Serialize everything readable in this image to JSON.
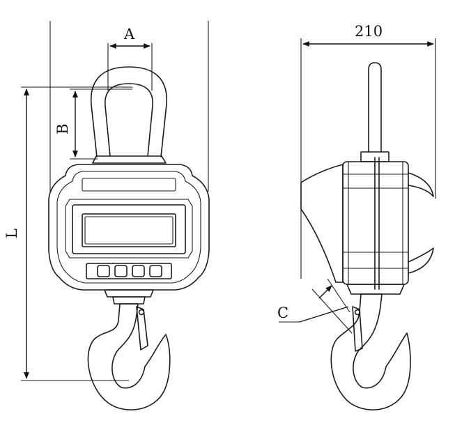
{
  "labels": {
    "a": "A",
    "b": "B",
    "l": "L",
    "c": "C",
    "width": "210"
  },
  "colors": {
    "line": "#1a1a1a",
    "background": "#ffffff"
  }
}
